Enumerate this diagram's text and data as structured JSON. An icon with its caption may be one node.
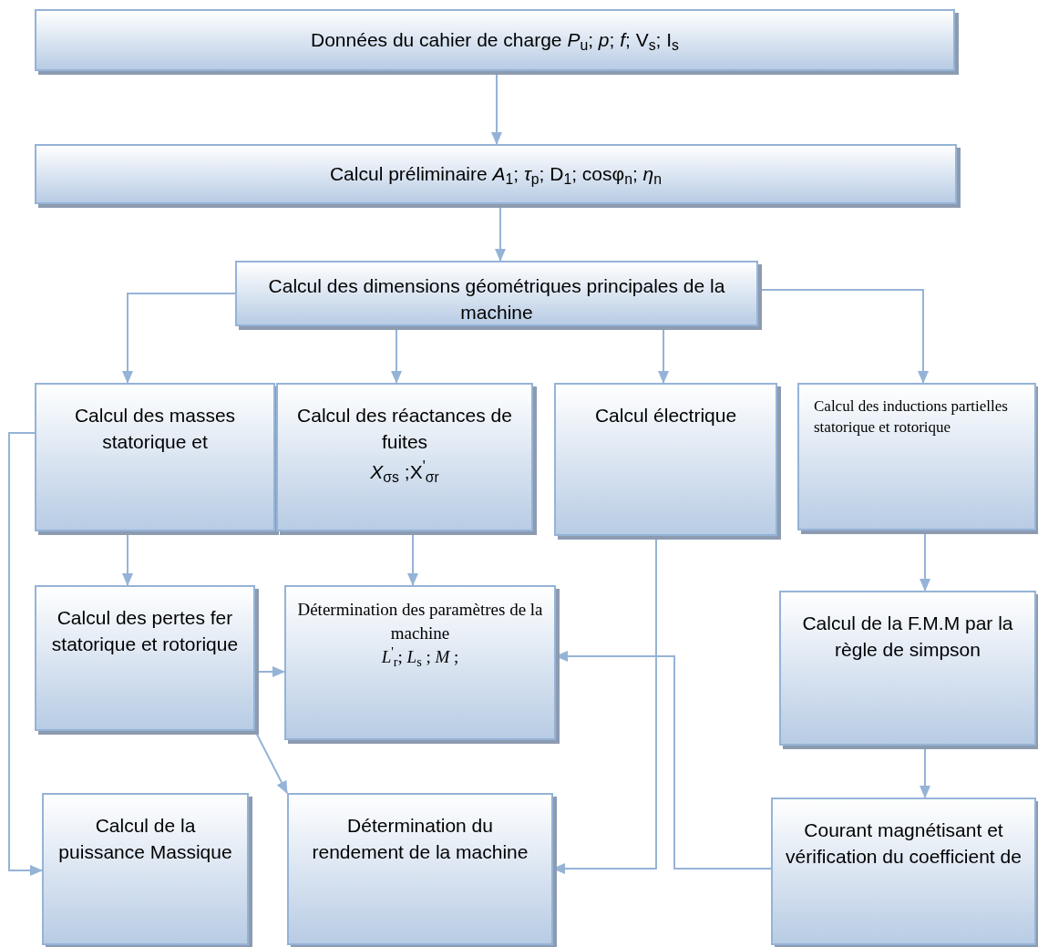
{
  "diagram": {
    "nodes": [
      {
        "text": [
          "Données du cahier de charge *P*$_{u}$; *p*; *f*; V$_{s}$; I$_{s}$"
        ]
      },
      {
        "text": [
          "Calcul préliminaire *A*$_{1}$; *τ*$_{p}$; D$_{1}$; cosφ$_{n}$; *η*$_{n}$"
        ]
      },
      {
        "text": [
          "Calcul des dimensions géométriques principales de la machine"
        ]
      },
      {
        "text": [
          "Calcul des masses statorique et"
        ]
      },
      {
        "text": [
          "Calcul des réactances de fuites",
          "*X*$_{σs}$ ;X$^{'}$$_{σr}$"
        ]
      },
      {
        "text": [
          "Calcul électrique"
        ]
      },
      {
        "text": [
          "Calcul des inductions partielles statorique et rotorique"
        ]
      },
      {
        "text": [
          "Calcul des pertes fer statorique et rotorique"
        ]
      },
      {
        "text": [
          "Détermination des paramètres de la machine",
          "*L*$^{'}$$_{r}$; *L*$_{s}$ ; *M* ;"
        ]
      },
      {
        "text": [
          "Calcul de la F.M.M par la règle de simpson"
        ]
      },
      {
        "text": [
          "Calcul de la puissance Massique"
        ]
      },
      {
        "text": [
          "Détermination du rendement de la machine"
        ]
      },
      {
        "text": [
          "Courant magnétisant et vérification du coefficient de"
        ]
      }
    ],
    "edges": [
      {
        "from": 0,
        "to": 1,
        "arrow": "to"
      },
      {
        "from": 1,
        "to": 2,
        "arrow": "to"
      },
      {
        "from": 2,
        "to": 3,
        "arrow": "to"
      },
      {
        "from": 2,
        "to": 4,
        "arrow": "to"
      },
      {
        "from": 2,
        "to": 5,
        "arrow": "to"
      },
      {
        "from": 2,
        "to": 6,
        "arrow": "to"
      },
      {
        "from": 3,
        "to": 7,
        "arrow": "to"
      },
      {
        "from": 4,
        "to": 8,
        "arrow": "to"
      },
      {
        "from": 6,
        "to": 9,
        "arrow": "to"
      },
      {
        "from": 7,
        "to": 8,
        "arrow": "to"
      },
      {
        "from": 3,
        "to": 10,
        "arrow": "to"
      },
      {
        "from": 7,
        "to": 11,
        "arrow": "to"
      },
      {
        "from": 5,
        "to": 11,
        "arrow": "to"
      },
      {
        "from": 9,
        "to": 12,
        "arrow": "to"
      },
      {
        "from": 12,
        "to": 8,
        "arrow": "to"
      }
    ]
  }
}
